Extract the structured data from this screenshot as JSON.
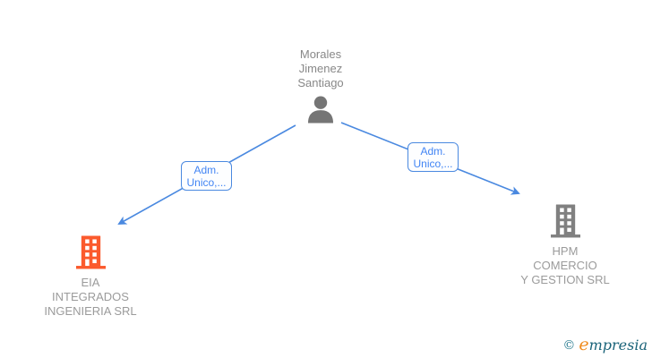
{
  "person": {
    "name": "Morales\nJimenez\nSantiago"
  },
  "edges": [
    {
      "label": "Adm.\nUnico,...",
      "from": "Morales Jimenez Santiago",
      "to": "EIA INTEGRADOS INGENIERIA SRL"
    },
    {
      "label": "Adm.\nUnico,...",
      "from": "Morales Jimenez Santiago",
      "to": "HPM COMERCIO Y GESTION SRL"
    }
  ],
  "companies": [
    {
      "name": "EIA\nINTEGRADOS\nINGENIERIA SRL",
      "icon_color": "#fb5a2d"
    },
    {
      "name": "HPM\nCOMERCIO\nY GESTION SRL",
      "icon_color": "#808080"
    }
  ],
  "colors": {
    "edge_blue": "#4a89e0",
    "edge_label_text": "#4285f4",
    "person_icon_gray": "#757575",
    "person_name_gray": "#888888",
    "company_name_gray": "#9b9b9b",
    "brand_teal": "#1a6379",
    "brand_orange": "#ef8b1d"
  },
  "footer": {
    "copyright_symbol": "©",
    "brand_first_letter": "e",
    "brand_rest": "mpresia"
  }
}
